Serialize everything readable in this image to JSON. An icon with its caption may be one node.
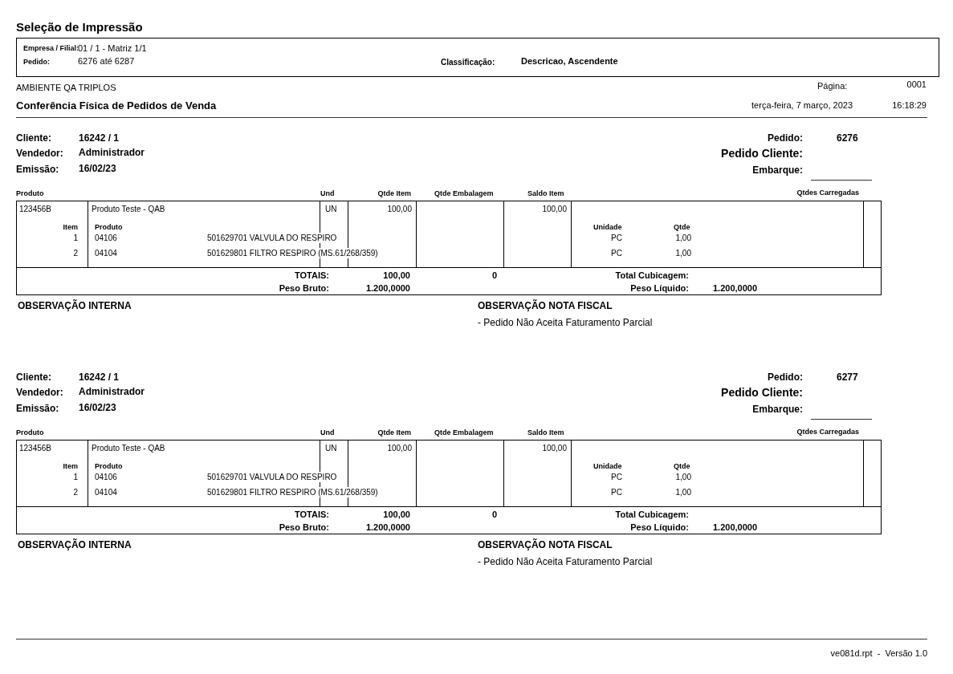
{
  "diagram": {
    "title": "Seleção de Impressão",
    "nodes": [
      {
        "text": [
          "Empresa / Filial:",
          "01 / 1 - Matriz 1/1",
          "Pedido:",
          "6276 até 6287",
          "Classificação:",
          "Descricao, Ascendente"
        ]
      },
      {
        "text": [
          "123456B",
          "Produto Teste - QAB",
          "UN",
          "100,00",
          "100,00",
          "Item",
          "Produto",
          "Unidade",
          "Qtde",
          "1",
          "04106",
          "501629701 VALVULA DO RESPIRO",
          "PC",
          "1,00",
          "2",
          "04104",
          "501629801 FILTRO RESPIRO (MS.61/268/359)",
          "PC",
          "1,00"
        ]
      },
      {
        "text": [
          "TOTAIS:",
          "100,00",
          "0",
          "Total Cubicagem:",
          "Peso Bruto:",
          "1.200,0000",
          "Peso Líquido:",
          "1.200,0000"
        ]
      },
      {
        "text": [
          "123456B",
          "Produto Teste - QAB",
          "UN",
          "100,00",
          "100,00",
          "Item",
          "Produto",
          "Unidade",
          "Qtde",
          "1",
          "04106",
          "501629701 VALVULA DO RESPIRO",
          "PC",
          "1,00",
          "2",
          "04104",
          "501629801 FILTRO RESPIRO (MS.61/268/359)",
          "PC",
          "1,00"
        ]
      },
      {
        "text": [
          "TOTAIS:",
          "100,00",
          "0",
          "Total Cubicagem:",
          "Peso Bruto:",
          "1.200,0000",
          "Peso Líquido:",
          "1.200,0000"
        ]
      }
    ],
    "labels": [
      "AMBIENTE QA TRIPLOS",
      "Página:",
      "0001",
      "Conferência Física de Pedidos de Venda",
      "terça-feira, 7 março, 2023",
      "16:18:29",
      "Cliente:",
      "16242 / 1",
      "Pedido:",
      "6276",
      "Vendedor:",
      "Administrador",
      "Pedido Cliente:",
      "Emissão:",
      "16/02/23",
      "Embarque:",
      "Produto",
      "Und",
      "Qtde Item",
      "Qtde Embalagem",
      "Saldo Item",
      "Qtdes Carregadas",
      "OBSERVAÇÃO INTERNA",
      "OBSERVAÇÃO NOTA FISCAL",
      "- Pedido Não Aceita Faturamento Parcial",
      "Cliente:",
      "16242 / 1",
      "Pedido:",
      "6277",
      "Vendedor:",
      "Administrador",
      "Pedido Cliente:",
      "Emissão:",
      "16/02/23",
      "Embarque:",
      "Produto",
      "Und",
      "Qtde Item",
      "Qtde Embalagem",
      "Saldo Item",
      "Qtdes Carregadas",
      "OBSERVAÇÃO INTERNA",
      "OBSERVAÇÃO NOTA FISCAL",
      "- Pedido Não Aceita Faturamento Parcial",
      "ve081d.rpt  -  Versão 1.0"
    ]
  }
}
